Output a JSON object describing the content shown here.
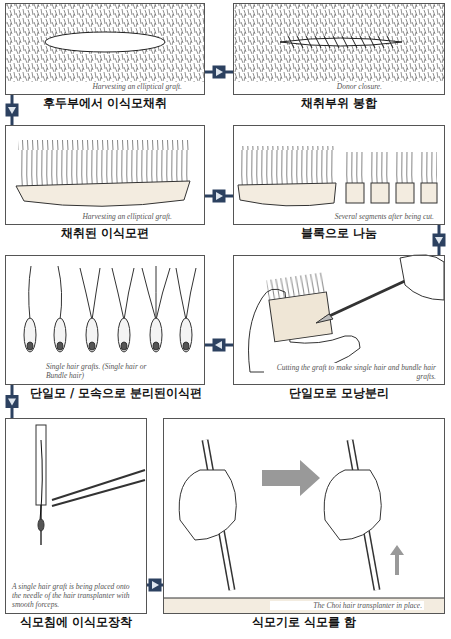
{
  "diagram": {
    "nodes": [
      {
        "text": [
          "Harvesting an elliptical graft.",
          "후두부에서 이식모채취"
        ]
      },
      {
        "text": [
          "Donor closure.",
          "채취부위 봉합"
        ]
      },
      {
        "text": [
          "Harvesting an elliptical graft.",
          "채취된 이식모편"
        ]
      },
      {
        "text": [
          "Several segments after being cut.",
          "블록으로 나눔"
        ]
      },
      {
        "text": [
          "Single hair grafts. (Single hair or Bundle hair)",
          "단일모 / 모속으로 분리된이식편"
        ]
      },
      {
        "text": [
          "Cutting the graft to make single hair and bundle hair grafts.",
          "단일모로 모낭분리"
        ]
      },
      {
        "text": [
          "A single hair graft is being placed onto the needle of the hair transplanter with smooth forceps.",
          "식모침에 이식모장착"
        ]
      },
      {
        "text": [
          "The Choi hair transplanter in place.",
          "식모기로 식모를 함"
        ]
      }
    ],
    "edges": [
      {
        "from": 0,
        "to": 1,
        "arrow": "to"
      },
      {
        "from": 0,
        "to": 2,
        "arrow": "to"
      },
      {
        "from": 2,
        "to": 3,
        "arrow": "to"
      },
      {
        "from": 3,
        "to": 5,
        "arrow": "to"
      },
      {
        "from": 5,
        "to": 4,
        "arrow": "to"
      },
      {
        "from": 4,
        "to": 6,
        "arrow": "to"
      },
      {
        "from": 6,
        "to": 7,
        "arrow": "to"
      }
    ]
  }
}
